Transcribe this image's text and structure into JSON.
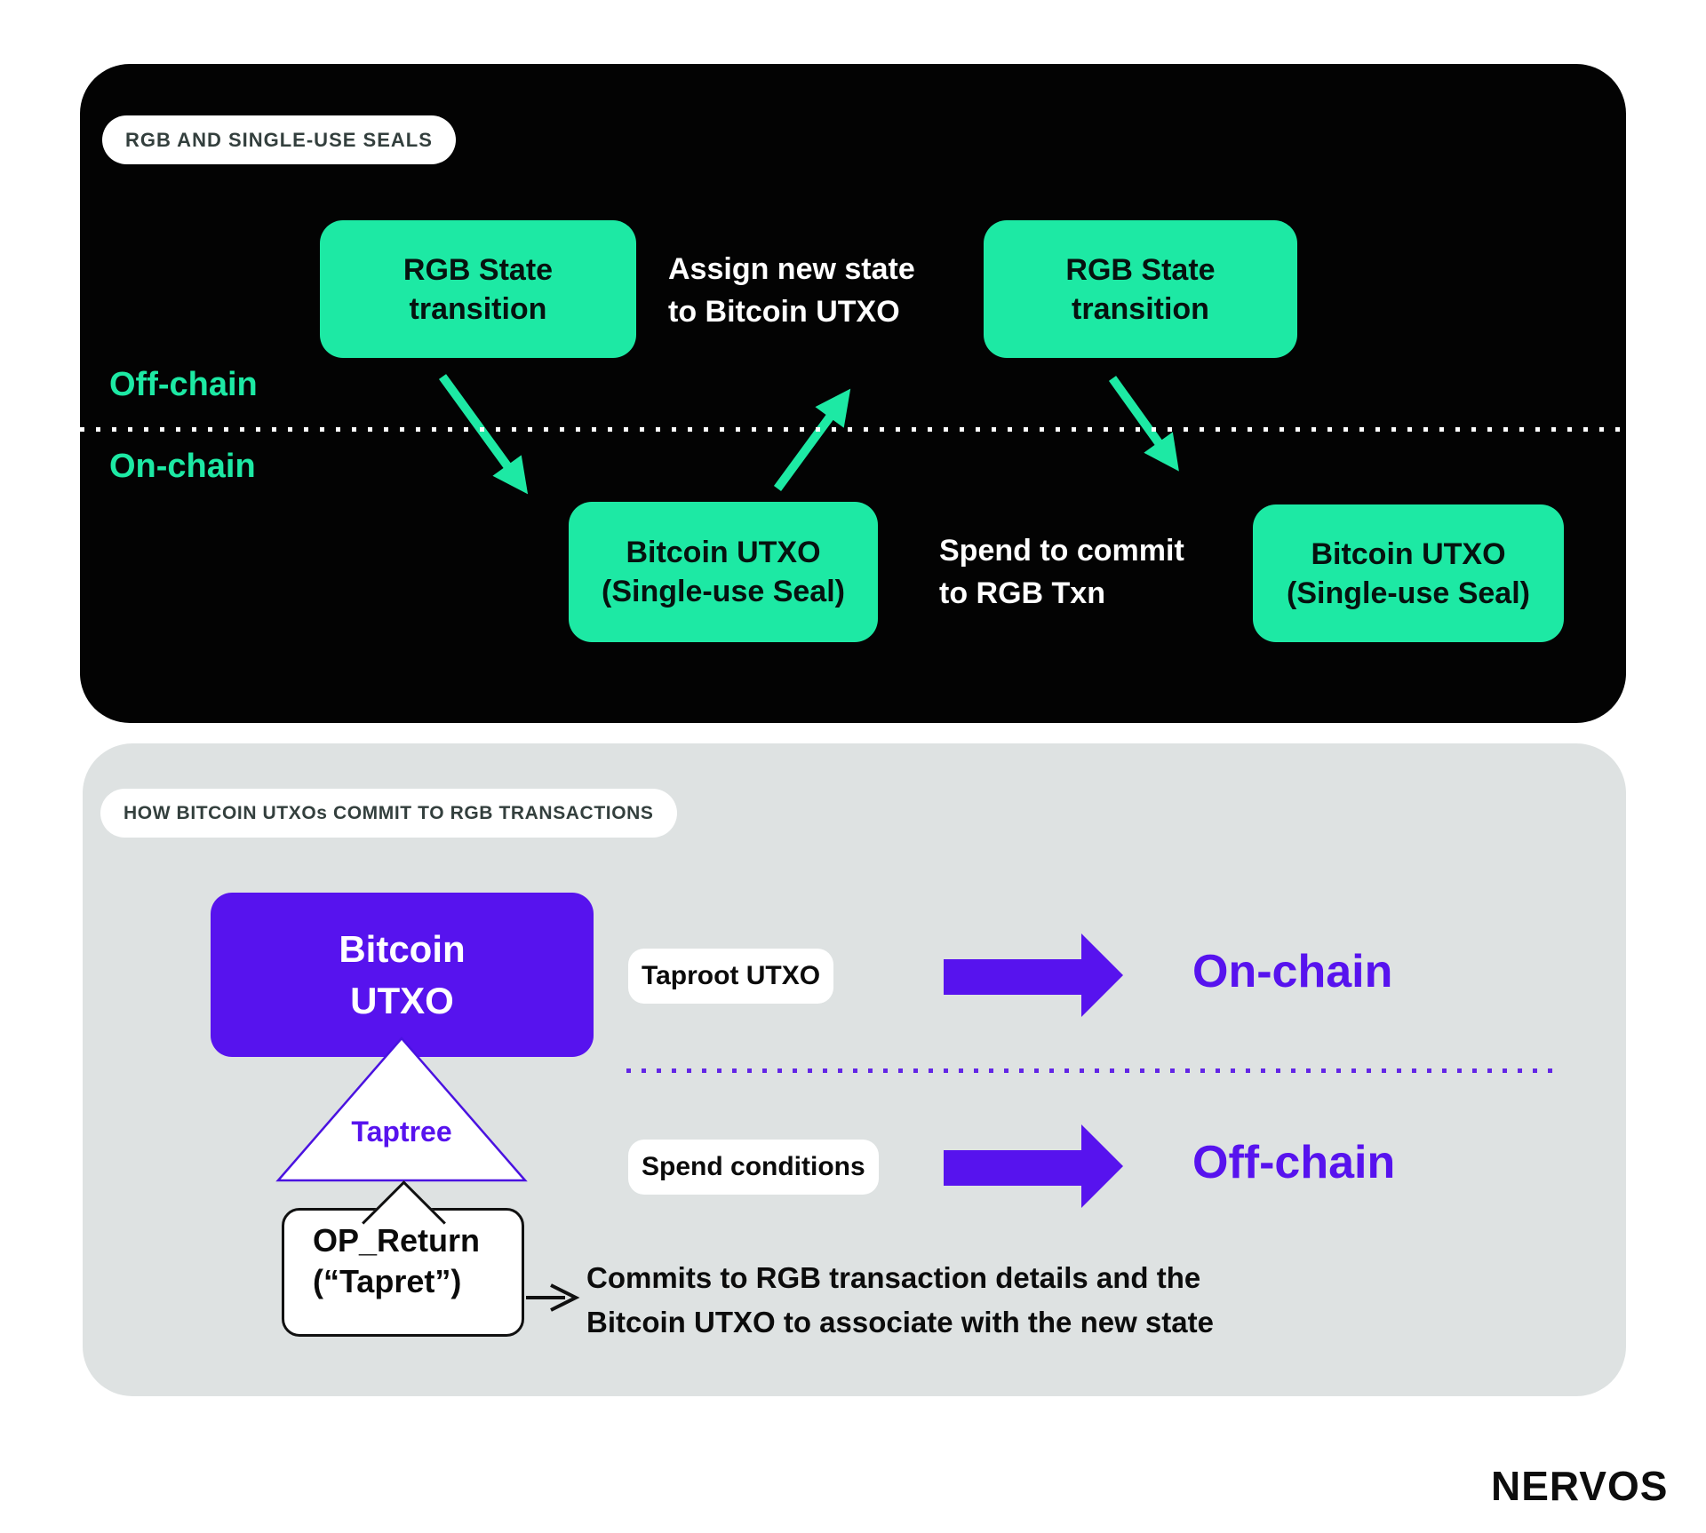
{
  "colors": {
    "accent_green": "#1de9a4",
    "accent_purple": "#5713ee",
    "panel_black": "#030303",
    "panel_gray": "#dee2e2",
    "tag_text": "#333f3d"
  },
  "top_panel": {
    "tag": "RGB AND SINGLE-USE SEALS",
    "lane_labels": {
      "off_chain": "Off-chain",
      "on_chain": "On-chain"
    },
    "boxes": [
      {
        "line1": "RGB State",
        "line2": "transition"
      },
      {
        "line1": "RGB State",
        "line2": "transition"
      },
      {
        "line1": "Bitcoin UTXO",
        "line2": "(Single-use Seal)"
      },
      {
        "line1": "Bitcoin UTXO",
        "line2": "(Single-use Seal)"
      }
    ],
    "notes": {
      "assign": {
        "line1": "Assign new state",
        "line2": "to Bitcoin UTXO"
      },
      "spend": {
        "line1": "Spend to commit",
        "line2": "to RGB Txn"
      }
    }
  },
  "bottom_panel": {
    "tag": "HOW BITCOIN UTXOs COMMIT TO RGB TRANSACTIONS",
    "utxo_box": {
      "line1": "Bitcoin",
      "line2": "UTXO"
    },
    "taptree_label": "Taptree",
    "op_return_bubble": {
      "line1": "OP_Return",
      "line2": "(“Tapret”)"
    },
    "rows": [
      {
        "pill": "Taproot UTXO",
        "destination": "On-chain"
      },
      {
        "pill": "Spend conditions",
        "destination": "Off-chain"
      }
    ],
    "commit_note": {
      "line1": "Commits to RGB transaction details and the",
      "line2": "Bitcoin UTXO to associate with the new state"
    }
  },
  "footer": {
    "logo": "NERVOS"
  }
}
